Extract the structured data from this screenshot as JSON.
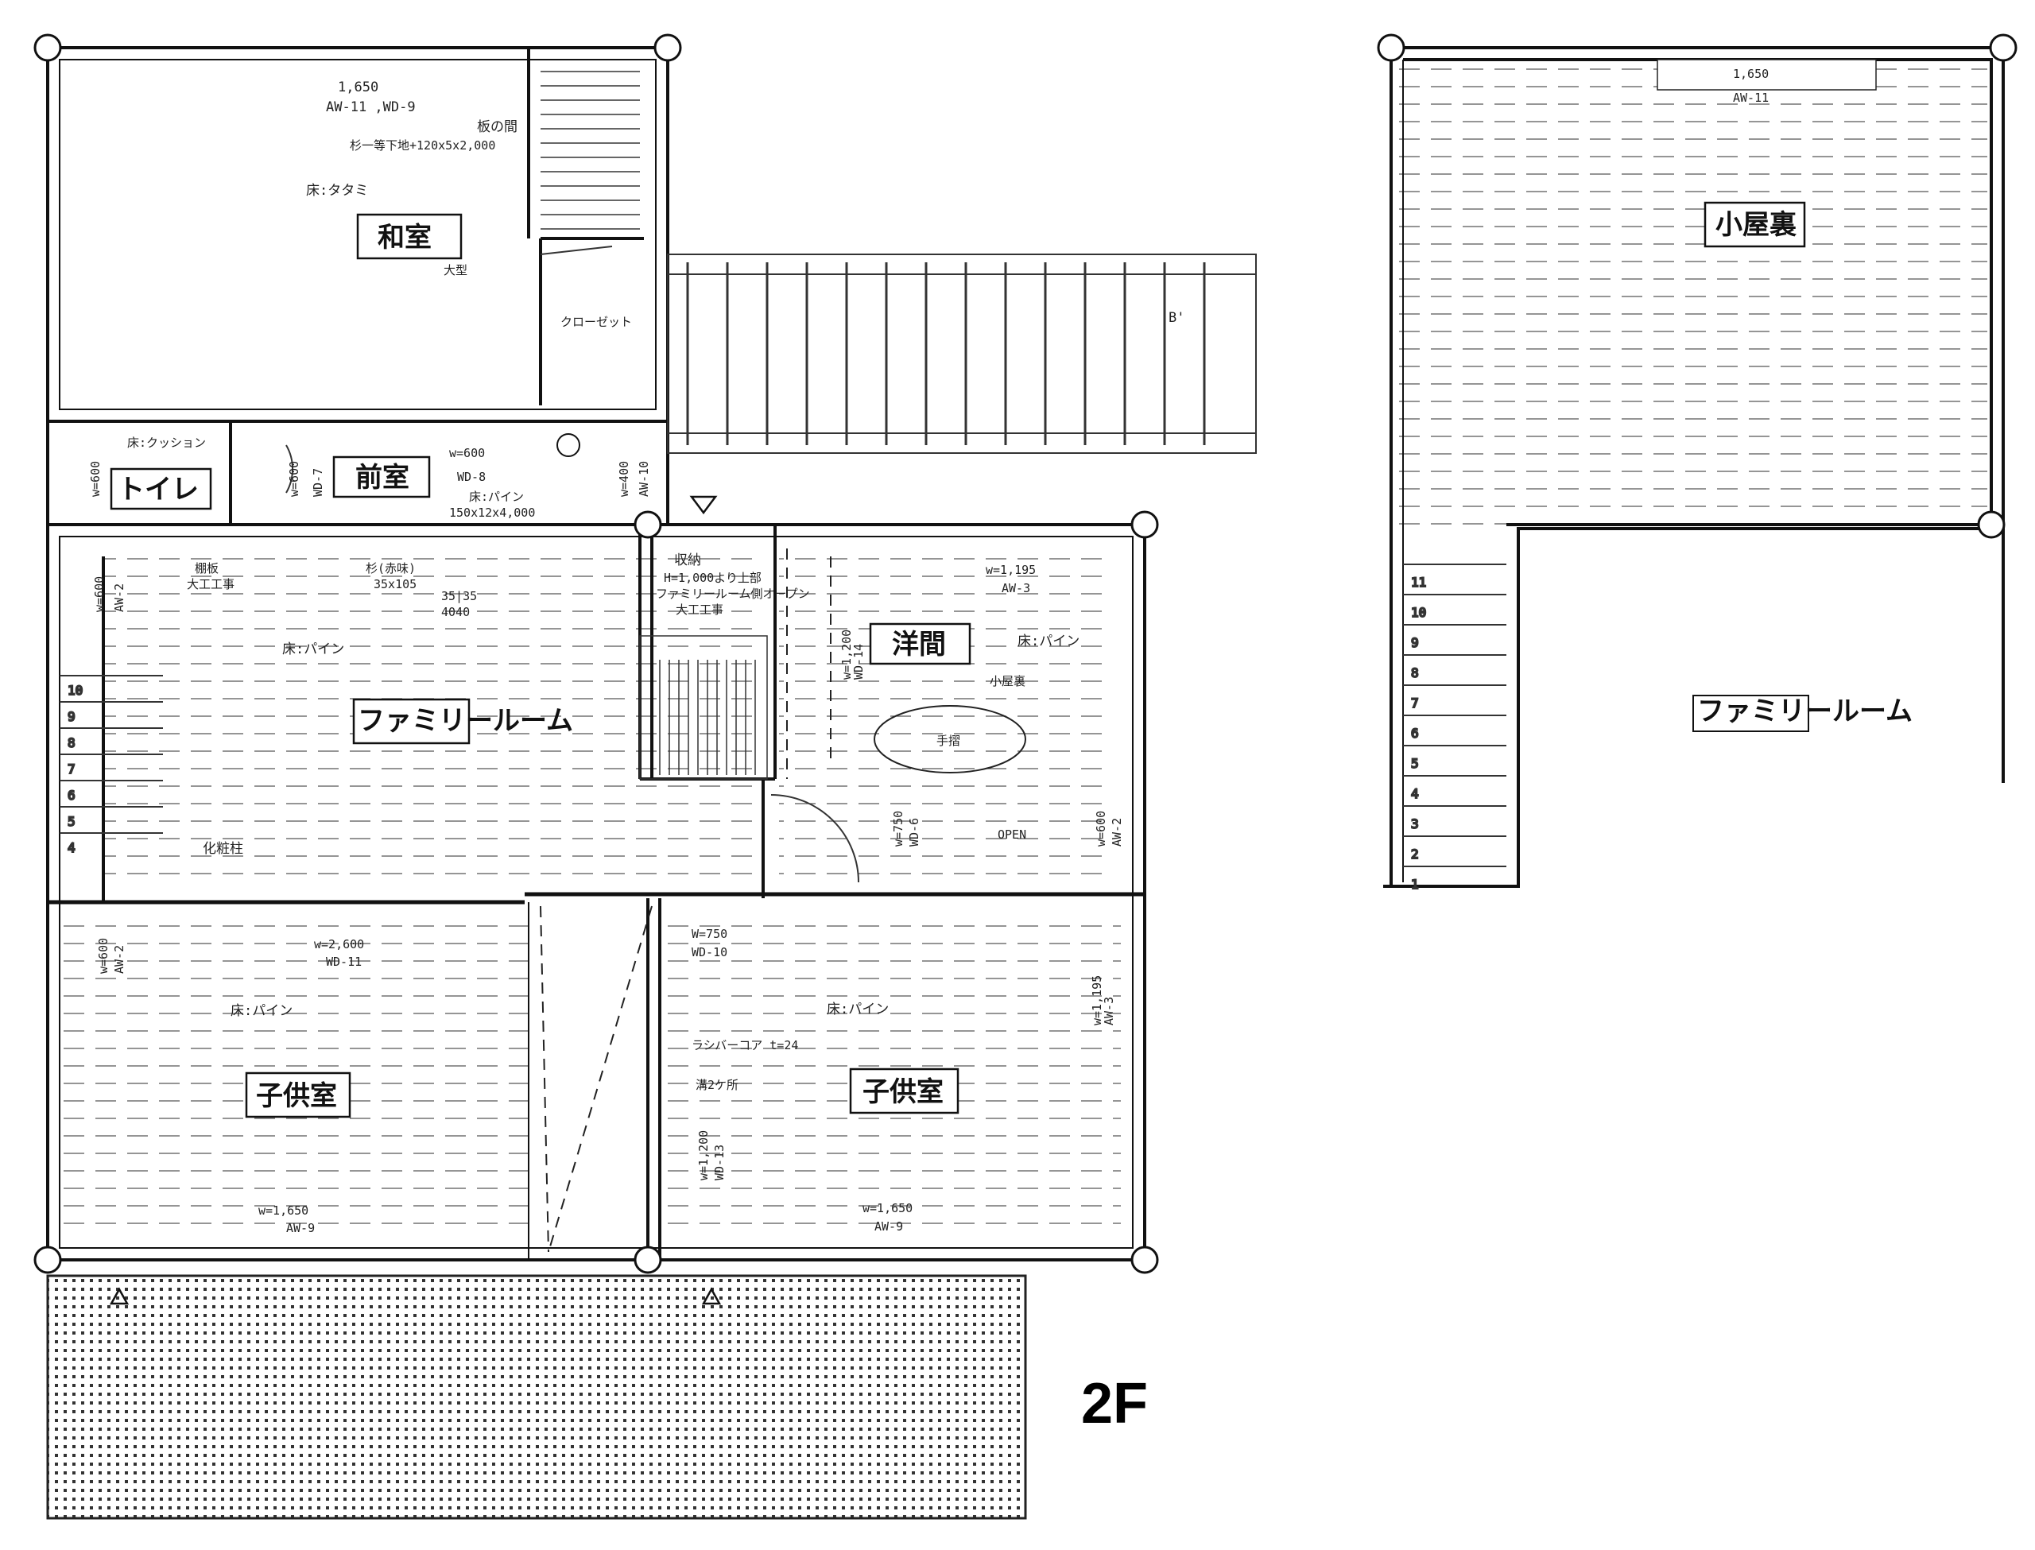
{
  "floor_label": "2F",
  "rooms": {
    "washitsu": "和室",
    "zenshitsu": "前室",
    "toilet": "トイレ",
    "family_room": "ファミリールーム",
    "youma": "洋間",
    "kodomo_left": "子供室",
    "kodomo_right": "子供室",
    "koyaura": "小屋裏",
    "family_room_upper": "ファミリールーム"
  },
  "notes": {
    "w_washitsu": "1,650",
    "aw_washitsu": "AW-11 ,WD-9",
    "itanoma": "板の間",
    "itanoma_spec": "杉一等下地+120x5x2,000",
    "floor_tatami": "床:タタミ",
    "daiban": "大型",
    "closet": "クローゼット",
    "toilet_floor": "床:クッション",
    "w600_a": "w=600",
    "wd8": "WD-8",
    "floor_pine_a": "床:パイン",
    "pine_spec": "150x12x4,000",
    "w400": "w=400",
    "aw10": "AW-10",
    "w600_b": "w=600",
    "wd7": "WD-7",
    "w600_toilet": "w=600",
    "tanaita": "棚板",
    "daiku_a": "大工工事",
    "sugi": "杉(赤味)",
    "size_35x105": "35x105",
    "size_3535": "35|35",
    "size_4040": "4040",
    "w600_stair": "w=600",
    "aw2_stair": "AW-2",
    "shuno": "収納",
    "shuno_spec": "H=1,000より上部",
    "shuno_note": "ファミリールーム側オープン",
    "daiku_b": "大工工事",
    "floor_pine_family": "床:パイン",
    "w1195": "w=1,195",
    "aw3_a": "AW-3",
    "w1200_a": "w=1,200",
    "wd14": "WD-14",
    "floor_pine_youma": "床:パイン",
    "koyaura_small": "小屋裏",
    "tesuri": "手摺",
    "w750_a": "w=750",
    "wd6": "WD-6",
    "open": "OPEN",
    "w600_c": "w=600",
    "aw2_c": "AW-2",
    "kinseibashira": "化粧柱",
    "w2600": "w=2,600",
    "wd11": "WD-11",
    "w600_d": "w=600",
    "aw2_d": "AW-2",
    "floor_pine_kl": "床:パイン",
    "w1650_kl": "w=1,650",
    "aw9_kl": "AW-9",
    "w750_b": "W=750",
    "wd10": "WD-10",
    "floor_pine_kr": "床:パイン",
    "w1195_b": "w=1,195",
    "aw3_b": "AW-3",
    "lauan": "ラシバーコア t=24",
    "hinoki": "溝2ケ所",
    "w1200_b": "w=1,200",
    "wd13": "WD-13",
    "w1650_kr": "w=1,650",
    "aw9_kr": "AW-9",
    "b_prime": "B'",
    "w1650_attic": "1,650",
    "aw11_attic": "AW-11"
  },
  "stairs_left": [
    "10",
    "9",
    "8",
    "7",
    "6",
    "5",
    "4"
  ],
  "stairs_right": [
    "11",
    "10",
    "9",
    "8",
    "7",
    "6",
    "5",
    "4",
    "3",
    "2",
    "1"
  ]
}
